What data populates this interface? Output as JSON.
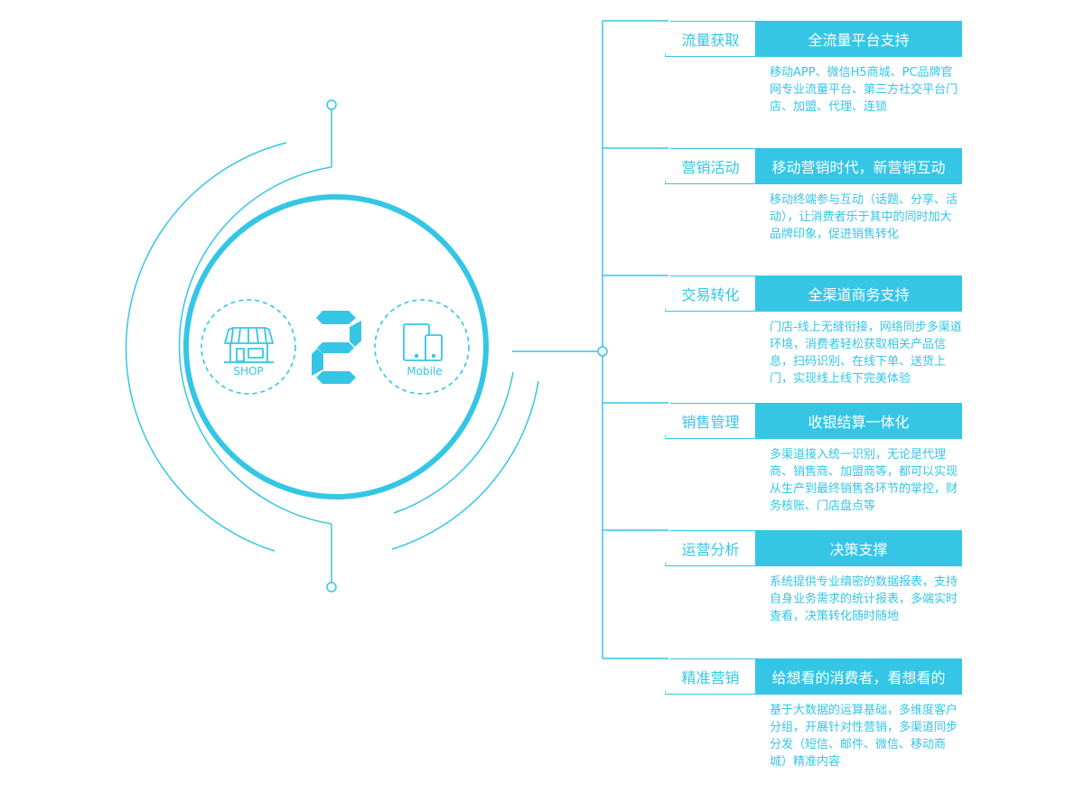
{
  "center": {
    "shop_label": "SHOP",
    "mobile_label": "Mobile",
    "digit": "2"
  },
  "items": [
    {
      "tab": "流量获取",
      "title": "全流量平台支持",
      "desc": "移动APP、微信H5商城、PC品牌官网专业流量平台、第三方社交平台门店、加盟、代理、连锁"
    },
    {
      "tab": "营销活动",
      "title": "移动营销时代，新营销互动",
      "desc": "移动终端参与互动（话题、分享、活动），让消费者乐于其中的同时加大品牌印象，促进销售转化"
    },
    {
      "tab": "交易转化",
      "title": "全渠道商务支持",
      "desc": "门店-线上无缝衔接，网络同步多渠道环境，消费者轻松获取相关产品信息，扫码识别、在线下单、送货上门，实现线上线下完美体验"
    },
    {
      "tab": "销售管理",
      "title": "收银结算一体化",
      "desc": "多渠道接入统一识别，无论是代理商、销售商、加盟商等，都可以实现从生产到最终销售各环节的掌控，财务核账、门店盘点等"
    },
    {
      "tab": "运营分析",
      "title": "决策支撑",
      "desc": "系统提供专业缜密的数据报表，支持自身业务需求的统计报表，多端实时查看，决策转化随时随地"
    },
    {
      "tab": "精准营销",
      "title": "给想看的消费者，看想看的",
      "desc": "基于大数据的运算基础，多维度客户分组，开展针对性营销，多渠道同步分发（短信、邮件、微信、移动商城）精准内容"
    }
  ],
  "colors": {
    "accent": "#35c6e6",
    "background": "#ffffff"
  }
}
